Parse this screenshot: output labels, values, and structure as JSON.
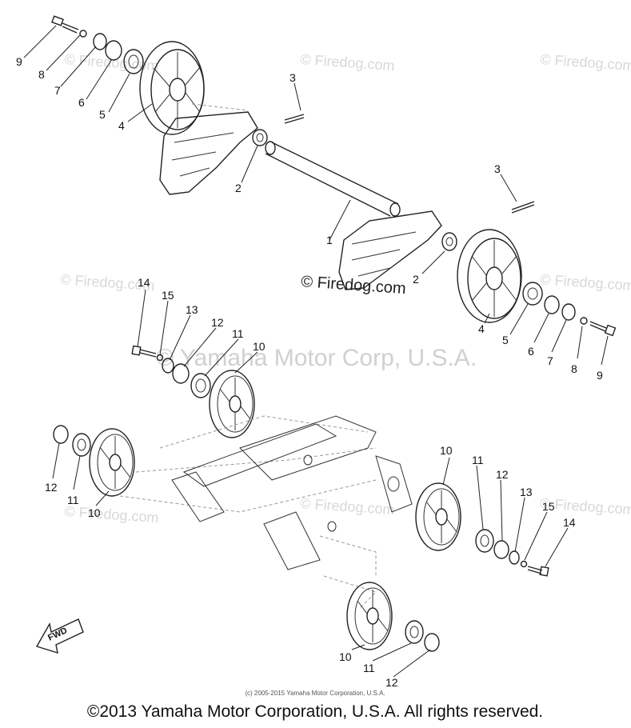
{
  "watermarks": {
    "firedog": "© Firedog.com",
    "center_firedog": "© Firedog.com",
    "yamaha": "© Yamaha Motor Corp, U.S.A."
  },
  "callouts": {
    "top_left": [
      "9",
      "8",
      "7",
      "6",
      "5",
      "4"
    ],
    "top_center": [
      "3",
      "2"
    ],
    "middle": [
      "1",
      "3",
      "2"
    ],
    "right_upper": [
      "4",
      "5",
      "6",
      "7",
      "8",
      "9"
    ],
    "left_middle": [
      "14",
      "15",
      "13",
      "12",
      "11",
      "10"
    ],
    "lower_left": [
      "12",
      "11",
      "10"
    ],
    "lower_right": [
      "10",
      "11",
      "12",
      "13",
      "15",
      "14"
    ],
    "bottom": [
      "10",
      "11",
      "12"
    ]
  },
  "fwd_label": "FWD",
  "small_copyright": "(c) 2005-2015 Yamaha Motor Corporation, U.S.A.",
  "copyright": "©2013 Yamaha Motor Corporation, U.S.A. All rights reserved."
}
